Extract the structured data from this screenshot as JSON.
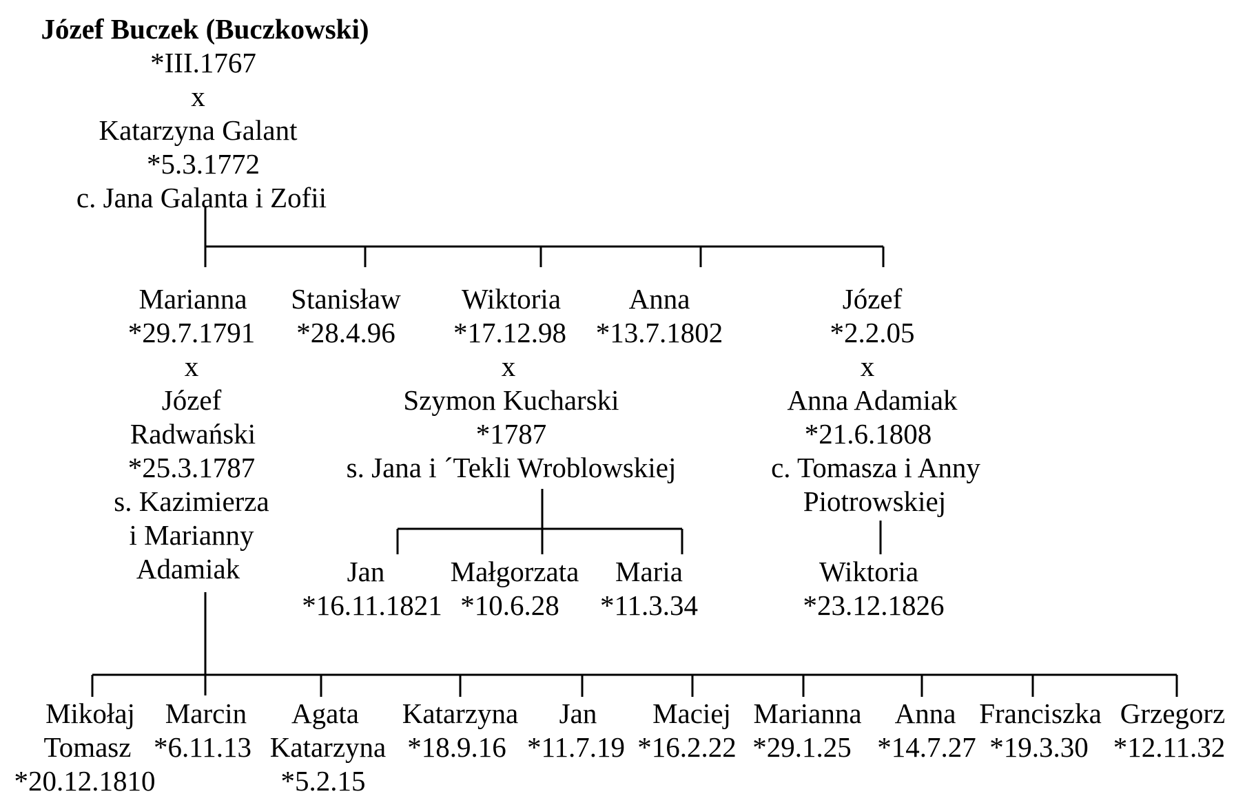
{
  "root": {
    "name": "Józef  Buczek (Buczkowski)",
    "lines": [
      "*III.1767",
      "x",
      "Katarzyna Galant",
      "*5.3.1772",
      "c. Jana Galanta i Zofii"
    ]
  },
  "children": [
    {
      "id": "marianna",
      "lines": [
        "Marianna",
        "*29.7.1791",
        "x",
        "Józef",
        "Radwański",
        "*25.3.1787",
        "s. Kazimierza",
        "i Marianny",
        "Adamiak"
      ]
    },
    {
      "id": "stanislaw",
      "lines": [
        "Stanisław",
        "*28.4.96"
      ]
    },
    {
      "id": "wiktoria",
      "lines": [
        "Wiktoria",
        "*17.12.98",
        "x",
        "Szymon Kucharski",
        "*1787",
        "s. Jana i ´Tekli Wroblowskiej"
      ]
    },
    {
      "id": "anna",
      "lines": [
        "Anna",
        "*13.7.1802"
      ]
    },
    {
      "id": "jozef",
      "lines": [
        "Józef",
        "*2.2.05",
        "x",
        "Anna Adamiak",
        "*21.6.1808",
        "c. Tomasza i Anny",
        "Piotrowskiej"
      ]
    }
  ],
  "wiktoria_children": [
    {
      "id": "jan",
      "lines": [
        "Jan",
        "*16.11.1821"
      ]
    },
    {
      "id": "malgorzata",
      "lines": [
        "Małgorzata",
        "*10.6.28"
      ]
    },
    {
      "id": "maria",
      "lines": [
        "Maria",
        "*11.3.34"
      ]
    }
  ],
  "jozef_children": [
    {
      "id": "wiktoria2",
      "lines": [
        "Wiktoria",
        "*23.12.1826"
      ]
    }
  ],
  "marianna_children": [
    {
      "id": "mikolaj",
      "lines": [
        "Mikołaj",
        "Tomasz",
        "*20.12.1810"
      ]
    },
    {
      "id": "marcin",
      "lines": [
        "Marcin",
        "*6.11.13"
      ]
    },
    {
      "id": "agata",
      "lines": [
        "Agata",
        "Katarzyna",
        "*5.2.15"
      ]
    },
    {
      "id": "katarzyna",
      "lines": [
        "Katarzyna",
        "*18.9.16"
      ]
    },
    {
      "id": "jan2",
      "lines": [
        "Jan",
        "*11.7.19"
      ]
    },
    {
      "id": "maciej",
      "lines": [
        "Maciej",
        "*16.2.22"
      ]
    },
    {
      "id": "marianna2",
      "lines": [
        "Marianna",
        "*29.1.25"
      ]
    },
    {
      "id": "anna2",
      "lines": [
        "Anna",
        "*14.7.27"
      ]
    },
    {
      "id": "franciszka",
      "lines": [
        "Franciszka",
        "*19.3.30"
      ]
    },
    {
      "id": "grzegorz",
      "lines": [
        "Grzegorz",
        "*12.11.32"
      ]
    }
  ]
}
